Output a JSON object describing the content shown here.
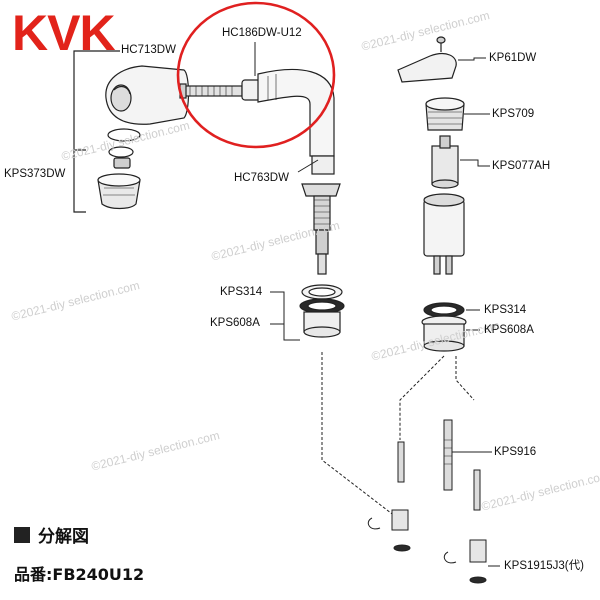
{
  "brand": {
    "logo_text": "KVK",
    "color": "#e2231a"
  },
  "highlight_color": "#e02020",
  "watermark_text": "©2021-diy selection.com",
  "parts": {
    "hc186dw": "HC186DW-U12",
    "hc713dw": "HC713DW",
    "kps373dw": "KPS373DW",
    "hc763dw": "HC763DW",
    "kp61dw": "KP61DW",
    "kps709": "KPS709",
    "kps077ah": "KPS077AH",
    "kps314_left": "KPS314",
    "kps608a_left": "KPS608A",
    "kps314_right": "KPS314",
    "kps608a_right": "KPS608A",
    "kps916": "KPS916",
    "kps1915j3": "KPS1915J3(代)"
  },
  "footer": {
    "section_title": "分解図",
    "model_label": "品番:",
    "model_number": "FB240U12"
  }
}
